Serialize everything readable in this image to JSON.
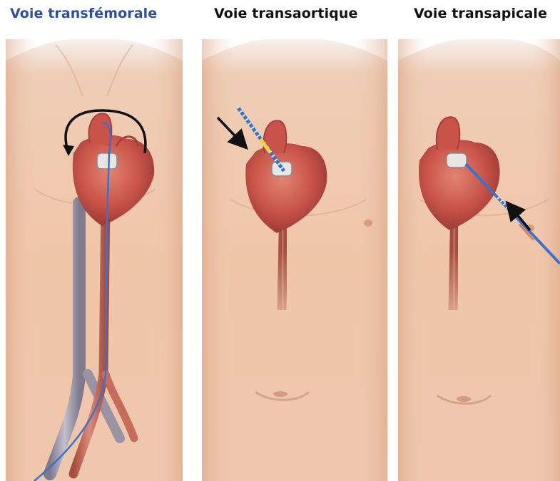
{
  "titles": {
    "transfemoral": "Voie transfémorale",
    "transaortic": "Voie transaortique",
    "transapical": "Voie transapicale"
  },
  "colors": {
    "transfemoral_title": "#2e4f9e",
    "other_titles": "#111111",
    "skin": "#f1c9ad",
    "heart": "#c9544a",
    "vein": "#9a93a3",
    "artery": "#c76b5c",
    "catheter": "#3a73c9",
    "arrow": "#111111"
  },
  "panels": [
    {
      "name": "transfemoral",
      "approach_arrow_icon": "curved-arrow-icon"
    },
    {
      "name": "transaortic",
      "approach_arrow_icon": "arrow-icon"
    },
    {
      "name": "transapical",
      "approach_arrow_icon": "arrow-icon"
    }
  ]
}
